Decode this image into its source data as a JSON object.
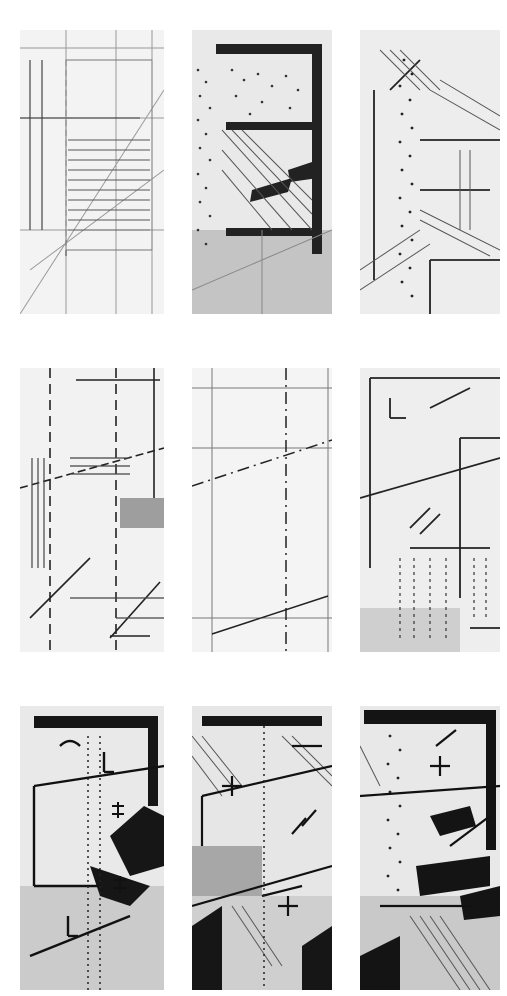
{
  "title": "",
  "panels": [
    {
      "row": 1,
      "col": 1,
      "tone": "light"
    },
    {
      "row": 1,
      "col": 2,
      "tone": "dark"
    },
    {
      "row": 1,
      "col": 3,
      "tone": "mid"
    },
    {
      "row": 2,
      "col": 1,
      "tone": "mid"
    },
    {
      "row": 2,
      "col": 2,
      "tone": "light"
    },
    {
      "row": 2,
      "col": 3,
      "tone": "mid"
    },
    {
      "row": 3,
      "col": 1,
      "tone": "dark"
    },
    {
      "row": 3,
      "col": 2,
      "tone": "dark"
    },
    {
      "row": 3,
      "col": 3,
      "tone": "dark"
    }
  ],
  "colors": {
    "ink": "#111111",
    "paper": "#f1f1f1",
    "shade": "#bdbdbd",
    "grid": "#9a9a9a"
  }
}
